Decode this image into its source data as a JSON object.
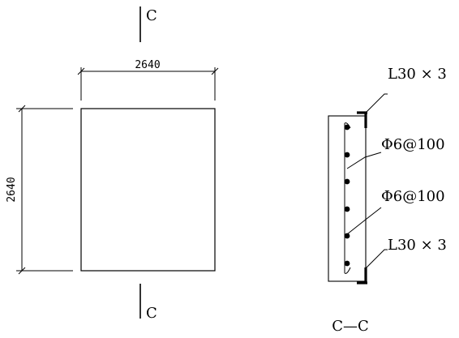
{
  "plan": {
    "dim_top": "2640",
    "dim_left": "2640",
    "cut_top": "C",
    "cut_bottom": "C"
  },
  "section": {
    "title": "C—C",
    "angle_top": "L30 × 3",
    "angle_bottom": "L30 × 3",
    "rebar_upper": "Φ6@100",
    "rebar_lower": "Φ6@100"
  }
}
